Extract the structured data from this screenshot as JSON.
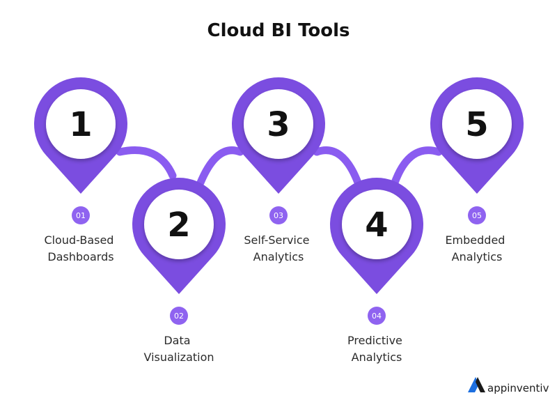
{
  "title": "Cloud BI Tools",
  "colors": {
    "pin": "#7b4de0",
    "pin_dark": "#6a3fce",
    "connector": "#8a5cf0",
    "badge": "#8f63f0",
    "number": "#111111",
    "label": "#2b2b2b"
  },
  "steps": [
    {
      "number": "1",
      "badge": "01",
      "label_lines": [
        "Cloud-Based",
        "Dashboards"
      ]
    },
    {
      "number": "2",
      "badge": "02",
      "label_lines": [
        "Data",
        "Visualization"
      ]
    },
    {
      "number": "3",
      "badge": "03",
      "label_lines": [
        "Self-Service",
        "Analytics"
      ]
    },
    {
      "number": "4",
      "badge": "04",
      "label_lines": [
        "Predictive",
        "Analytics"
      ]
    },
    {
      "number": "5",
      "badge": "05",
      "label_lines": [
        "Embedded",
        "Analytics"
      ]
    }
  ],
  "brand": {
    "name": "appinventiv",
    "logo_icon": "appinventiv-logo-icon"
  }
}
